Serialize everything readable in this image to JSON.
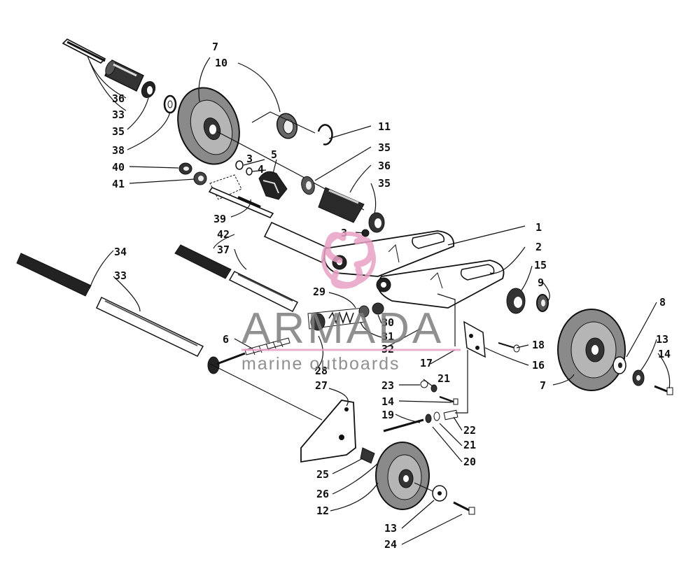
{
  "diagram": {
    "labels": [
      {
        "id": "l7a",
        "text": "7"
      },
      {
        "id": "l10",
        "text": "10"
      },
      {
        "id": "l36a",
        "text": "36"
      },
      {
        "id": "l33a",
        "text": "33"
      },
      {
        "id": "l35a",
        "text": "35"
      },
      {
        "id": "l38",
        "text": "38"
      },
      {
        "id": "l40",
        "text": "40"
      },
      {
        "id": "l41",
        "text": "41"
      },
      {
        "id": "l11",
        "text": "11"
      },
      {
        "id": "l35b",
        "text": "35"
      },
      {
        "id": "l36b",
        "text": "36"
      },
      {
        "id": "l35c",
        "text": "35"
      },
      {
        "id": "l3a",
        "text": "3"
      },
      {
        "id": "l4",
        "text": "4"
      },
      {
        "id": "l5",
        "text": "5"
      },
      {
        "id": "l39",
        "text": "39"
      },
      {
        "id": "l3b",
        "text": "3"
      },
      {
        "id": "l1",
        "text": "1"
      },
      {
        "id": "l2",
        "text": "2"
      },
      {
        "id": "l42",
        "text": "42"
      },
      {
        "id": "l37",
        "text": "37"
      },
      {
        "id": "l34",
        "text": "34"
      },
      {
        "id": "l33b",
        "text": "33"
      },
      {
        "id": "l15",
        "text": "15"
      },
      {
        "id": "l9",
        "text": "9"
      },
      {
        "id": "l8",
        "text": "8"
      },
      {
        "id": "l13a",
        "text": "13"
      },
      {
        "id": "l14a",
        "text": "14"
      },
      {
        "id": "l7b",
        "text": "7"
      },
      {
        "id": "l29",
        "text": "29"
      },
      {
        "id": "l30",
        "text": "30"
      },
      {
        "id": "l31",
        "text": "31"
      },
      {
        "id": "l32",
        "text": "32"
      },
      {
        "id": "l18",
        "text": "18"
      },
      {
        "id": "l16",
        "text": "16"
      },
      {
        "id": "l6",
        "text": "6"
      },
      {
        "id": "l28",
        "text": "28"
      },
      {
        "id": "l27",
        "text": "27"
      },
      {
        "id": "l17",
        "text": "17"
      },
      {
        "id": "l23",
        "text": "23"
      },
      {
        "id": "l21a",
        "text": "21"
      },
      {
        "id": "l14b",
        "text": "14"
      },
      {
        "id": "l19",
        "text": "19"
      },
      {
        "id": "l22",
        "text": "22"
      },
      {
        "id": "l21b",
        "text": "21"
      },
      {
        "id": "l20",
        "text": "20"
      },
      {
        "id": "l25",
        "text": "25"
      },
      {
        "id": "l26",
        "text": "26"
      },
      {
        "id": "l12",
        "text": "12"
      },
      {
        "id": "l13b",
        "text": "13"
      },
      {
        "id": "l24",
        "text": "24"
      }
    ]
  },
  "watermark": {
    "brand": "ARMADA",
    "tagline": "marine outboards",
    "brand_color": "#e8a0c4",
    "text_color": "#7d7d7d"
  }
}
